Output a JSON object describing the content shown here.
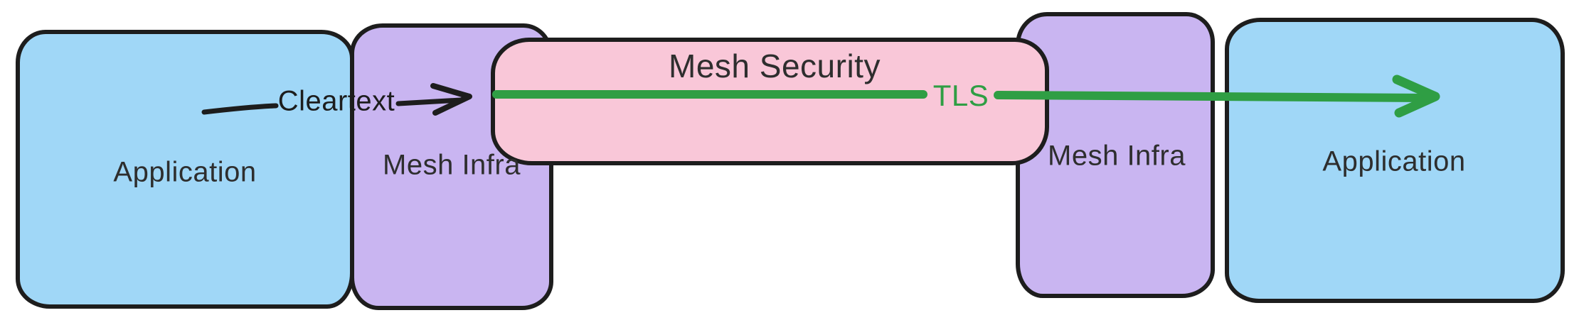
{
  "diagram": {
    "nodes": [
      {
        "id": "application-left",
        "label": "Application",
        "fill": "#a0d7f7"
      },
      {
        "id": "mesh-infra-left",
        "label": "Mesh Infra",
        "fill": "#c9b5f1"
      },
      {
        "id": "mesh-security",
        "label": "Mesh Security",
        "fill": "#f9c7d8"
      },
      {
        "id": "mesh-infra-right",
        "label": "Mesh Infra",
        "fill": "#c9b5f1"
      },
      {
        "id": "application-right",
        "label": "Application",
        "fill": "#a0d7f7"
      }
    ],
    "edges": [
      {
        "id": "cleartext-arrow",
        "label": "Cleartext",
        "color": "#1d1d1d",
        "from": "application-left",
        "to": "mesh-security"
      },
      {
        "id": "tls-arrow",
        "label": "TLS",
        "color": "#2f9e44",
        "from": "mesh-security",
        "to": "application-right"
      }
    ],
    "colors": {
      "background": "#ffffff",
      "stroke": "#1d1d1d",
      "text": "#2e2e2e",
      "blue": "#a0d7f7",
      "purple": "#c9b5f1",
      "pink": "#f9c7d8",
      "green": "#2f9e44"
    }
  }
}
